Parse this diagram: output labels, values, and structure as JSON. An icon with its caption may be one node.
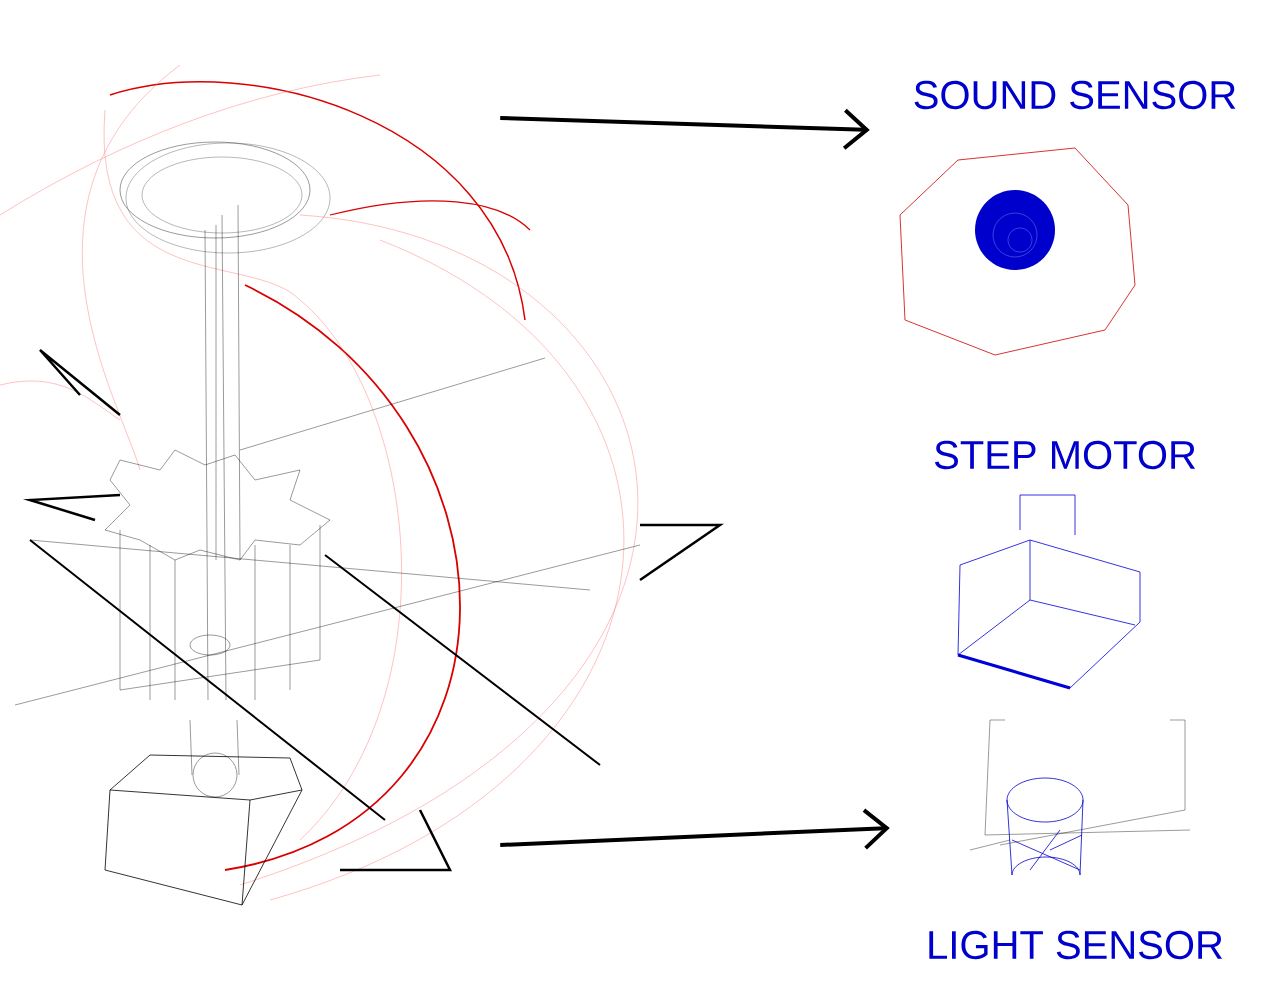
{
  "diagram": {
    "nodes": [
      {
        "text": [],
        "shape": "picture"
      },
      {
        "text": [
          "SOUND SENSOR"
        ]
      },
      {
        "text": [
          "STEP MOTOR"
        ]
      },
      {
        "text": [
          "LIGHT SENSOR"
        ]
      }
    ],
    "edges": [
      {
        "from": 0,
        "to": 1,
        "arrow": "to"
      },
      {
        "from": 0,
        "to": 3,
        "arrow": "to"
      }
    ]
  }
}
